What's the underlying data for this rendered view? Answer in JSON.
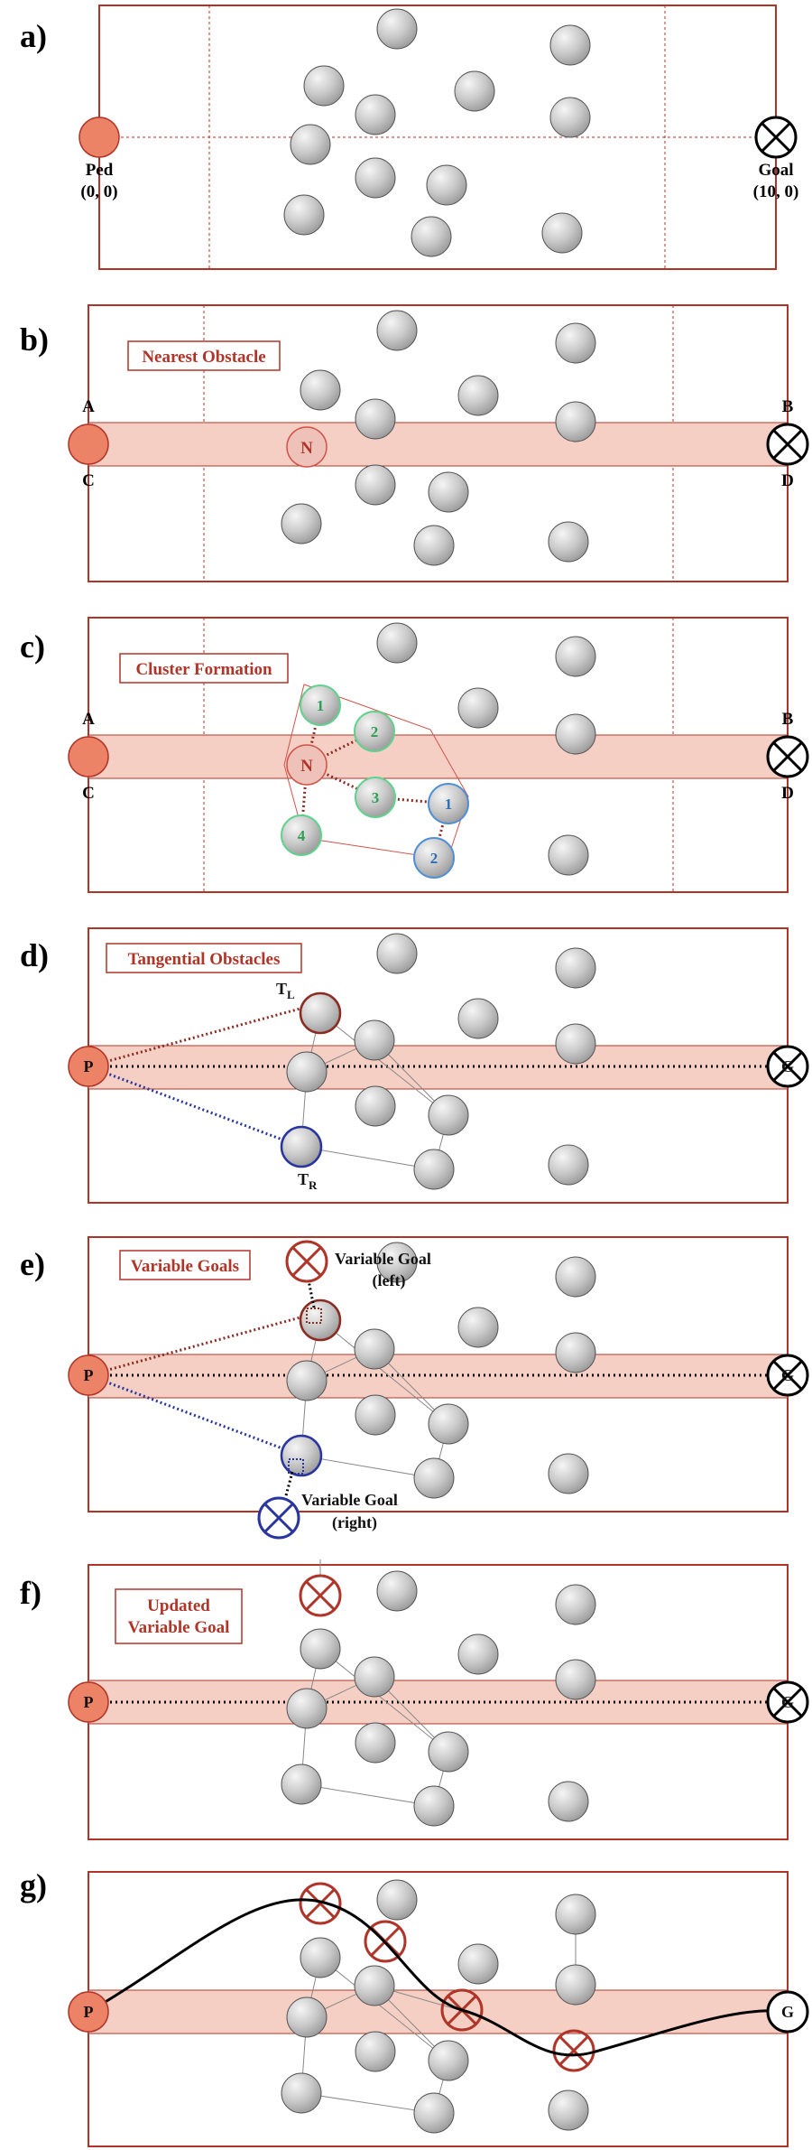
{
  "panels": {
    "a": {
      "letter": "a)",
      "ped_label": "Ped",
      "ped_coords": "(0, 0)",
      "goal_label": "Goal",
      "goal_coords": "(10, 0)"
    },
    "b": {
      "letter": "b)",
      "title": "Nearest Obstacle",
      "corner_a": "A",
      "corner_b": "B",
      "corner_c": "C",
      "corner_d": "D",
      "nearest": "N"
    },
    "c": {
      "letter": "c)",
      "title": "Cluster Formation",
      "corner_a": "A",
      "corner_b": "B",
      "corner_c": "C",
      "corner_d": "D",
      "nearest": "N",
      "green_labels": [
        "1",
        "2",
        "3",
        "4"
      ],
      "blue_labels": [
        "1",
        "2"
      ]
    },
    "d": {
      "letter": "d)",
      "title": "Tangential Obstacles",
      "ped": "P",
      "goal": "G",
      "tl": "T",
      "tl_sub": "L",
      "tr": "T",
      "tr_sub": "R"
    },
    "e": {
      "letter": "e)",
      "title": "Variable Goals",
      "ped": "P",
      "goal": "G",
      "left_goal_line1": "Variable Goal",
      "left_goal_line2": "(left)",
      "right_goal_line1": "Variable Goal",
      "right_goal_line2": "(right)"
    },
    "f": {
      "letter": "f)",
      "title_line1": "Updated",
      "title_line2": "Variable Goal",
      "ped": "P",
      "goal": "G"
    },
    "g": {
      "letter": "g)",
      "ped": "P",
      "goal": "G"
    }
  },
  "colors": {
    "frame": "#b03528",
    "corridor_fill": "#f6cfc4",
    "pedestrian": "#ec8266",
    "goal_red": "#b03528",
    "goal_blue": "#2a36a0",
    "cluster_green": "#5fd38d",
    "cluster_blue": "#4f8fd6",
    "obstacle": "#c4c4c4"
  }
}
